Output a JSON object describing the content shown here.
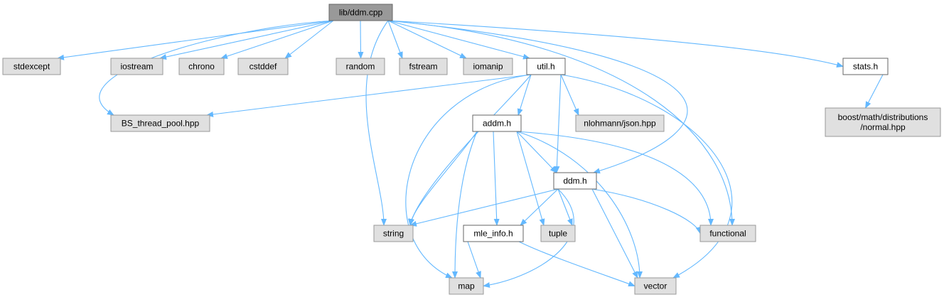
{
  "graph": {
    "kind": "include-dependency-graph",
    "colors": {
      "edge": "#63b8ff",
      "root_fill": "#999999",
      "external_fill": "#e0e0e0",
      "local_fill": "#ffffff"
    },
    "nodes": [
      {
        "id": "ddm_cpp",
        "lines": [
          "lib/ddm.cpp"
        ],
        "kind": "root"
      },
      {
        "id": "stdexcept",
        "lines": [
          "stdexcept"
        ],
        "kind": "ext"
      },
      {
        "id": "iostream",
        "lines": [
          "iostream"
        ],
        "kind": "ext"
      },
      {
        "id": "chrono",
        "lines": [
          "chrono"
        ],
        "kind": "ext"
      },
      {
        "id": "cstddef",
        "lines": [
          "cstddef"
        ],
        "kind": "ext"
      },
      {
        "id": "random",
        "lines": [
          "random"
        ],
        "kind": "ext"
      },
      {
        "id": "fstream",
        "lines": [
          "fstream"
        ],
        "kind": "ext"
      },
      {
        "id": "iomanip",
        "lines": [
          "iomanip"
        ],
        "kind": "ext"
      },
      {
        "id": "util_h",
        "lines": [
          "util.h"
        ],
        "kind": "local"
      },
      {
        "id": "stats_h",
        "lines": [
          "stats.h"
        ],
        "kind": "local"
      },
      {
        "id": "bs_pool",
        "lines": [
          "BS_thread_pool.hpp"
        ],
        "kind": "ext"
      },
      {
        "id": "boost_normal",
        "lines": [
          "boost/math/distributions",
          "/normal.hpp"
        ],
        "kind": "ext"
      },
      {
        "id": "addm_h",
        "lines": [
          "addm.h"
        ],
        "kind": "local"
      },
      {
        "id": "json",
        "lines": [
          "nlohmann/json.hpp"
        ],
        "kind": "ext"
      },
      {
        "id": "ddm_h",
        "lines": [
          "ddm.h"
        ],
        "kind": "local"
      },
      {
        "id": "string",
        "lines": [
          "string"
        ],
        "kind": "ext"
      },
      {
        "id": "mle_info",
        "lines": [
          "mle_info.h"
        ],
        "kind": "local"
      },
      {
        "id": "tuple",
        "lines": [
          "tuple"
        ],
        "kind": "ext"
      },
      {
        "id": "functional",
        "lines": [
          "functional"
        ],
        "kind": "ext"
      },
      {
        "id": "map",
        "lines": [
          "map"
        ],
        "kind": "ext"
      },
      {
        "id": "vector",
        "lines": [
          "vector"
        ],
        "kind": "ext"
      }
    ],
    "edges": [
      {
        "from": "ddm_cpp",
        "to": "stdexcept"
      },
      {
        "from": "ddm_cpp",
        "to": "iostream"
      },
      {
        "from": "ddm_cpp",
        "to": "chrono"
      },
      {
        "from": "ddm_cpp",
        "to": "cstddef"
      },
      {
        "from": "ddm_cpp",
        "to": "random"
      },
      {
        "from": "ddm_cpp",
        "to": "fstream"
      },
      {
        "from": "ddm_cpp",
        "to": "iomanip"
      },
      {
        "from": "ddm_cpp",
        "to": "util_h"
      },
      {
        "from": "ddm_cpp",
        "to": "stats_h"
      },
      {
        "from": "ddm_cpp",
        "to": "bs_pool"
      },
      {
        "from": "ddm_cpp",
        "to": "string"
      },
      {
        "from": "ddm_cpp",
        "to": "ddm_h"
      },
      {
        "from": "ddm_cpp",
        "to": "functional"
      },
      {
        "from": "util_h",
        "to": "bs_pool"
      },
      {
        "from": "util_h",
        "to": "addm_h"
      },
      {
        "from": "util_h",
        "to": "json"
      },
      {
        "from": "util_h",
        "to": "ddm_h"
      },
      {
        "from": "util_h",
        "to": "string"
      },
      {
        "from": "util_h",
        "to": "map"
      },
      {
        "from": "util_h",
        "to": "vector"
      },
      {
        "from": "stats_h",
        "to": "boost_normal"
      },
      {
        "from": "addm_h",
        "to": "string"
      },
      {
        "from": "addm_h",
        "to": "map"
      },
      {
        "from": "addm_h",
        "to": "mle_info"
      },
      {
        "from": "addm_h",
        "to": "tuple"
      },
      {
        "from": "addm_h",
        "to": "ddm_h"
      },
      {
        "from": "addm_h",
        "to": "vector"
      },
      {
        "from": "addm_h",
        "to": "functional"
      },
      {
        "from": "ddm_h",
        "to": "string"
      },
      {
        "from": "ddm_h",
        "to": "mle_info"
      },
      {
        "from": "ddm_h",
        "to": "tuple"
      },
      {
        "from": "ddm_h",
        "to": "functional"
      },
      {
        "from": "ddm_h",
        "to": "map"
      },
      {
        "from": "ddm_h",
        "to": "vector"
      },
      {
        "from": "mle_info",
        "to": "map"
      },
      {
        "from": "mle_info",
        "to": "vector"
      }
    ]
  }
}
